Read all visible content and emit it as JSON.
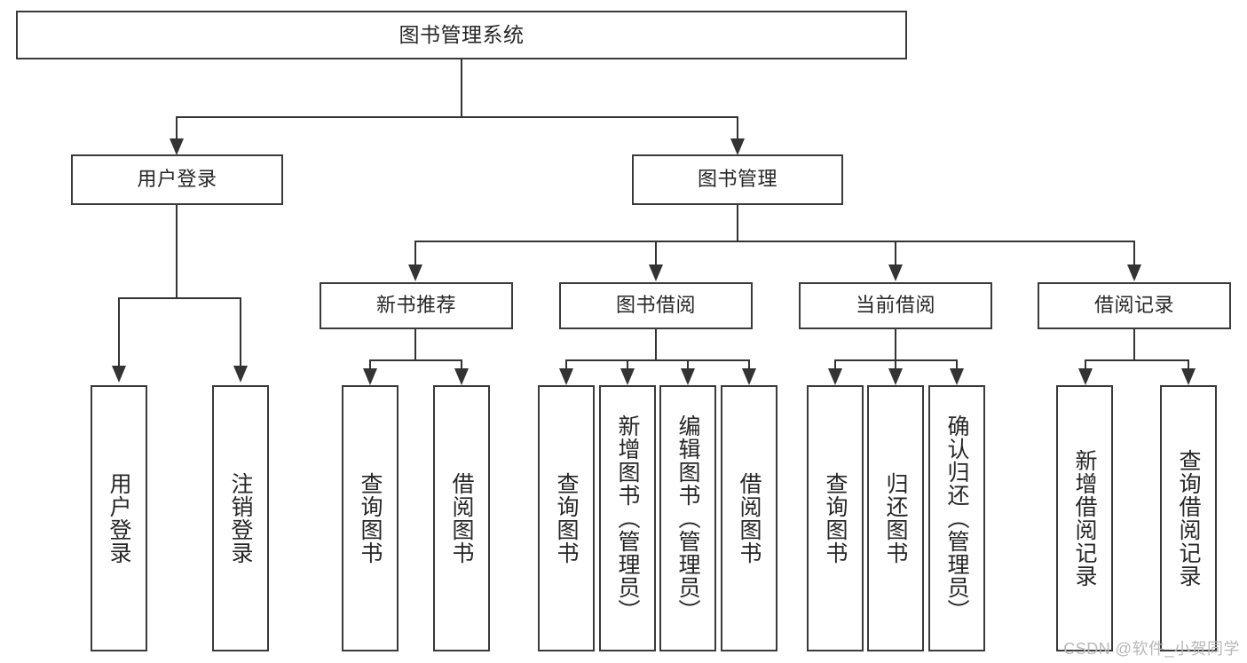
{
  "diagram": {
    "title": "图书管理系统",
    "type": "hierarchy-tree",
    "colors": {
      "background": "#ffffff",
      "box_border": "#3a3a3a",
      "connector": "#333333",
      "text": "#262626",
      "watermark": "#b8b8b8"
    },
    "root": {
      "label": "图书管理系统"
    },
    "level2": [
      {
        "label": "用户登录"
      },
      {
        "label": "图书管理"
      }
    ],
    "level3": [
      {
        "label": "新书推荐"
      },
      {
        "label": "图书借阅"
      },
      {
        "label": "当前借阅"
      },
      {
        "label": "借阅记录"
      }
    ],
    "leaves": {
      "user_login": [
        {
          "label": "用户登录"
        },
        {
          "label": "注销登录"
        }
      ],
      "new_book_recommend": [
        {
          "label": "查询图书"
        },
        {
          "label": "借阅图书"
        }
      ],
      "book_borrow": [
        {
          "label": "查询图书"
        },
        {
          "label": "新增图书（管理员）"
        },
        {
          "label": "编辑图书（管理员）"
        },
        {
          "label": "借阅图书"
        }
      ],
      "current_borrow": [
        {
          "label": "查询图书"
        },
        {
          "label": "归还图书"
        },
        {
          "label": "确认归还（管理员）"
        }
      ],
      "borrow_record": [
        {
          "label": "新增借阅记录"
        },
        {
          "label": "查询借阅记录"
        }
      ]
    }
  },
  "watermark": {
    "text": "CSDN @软件_小贺同学"
  }
}
